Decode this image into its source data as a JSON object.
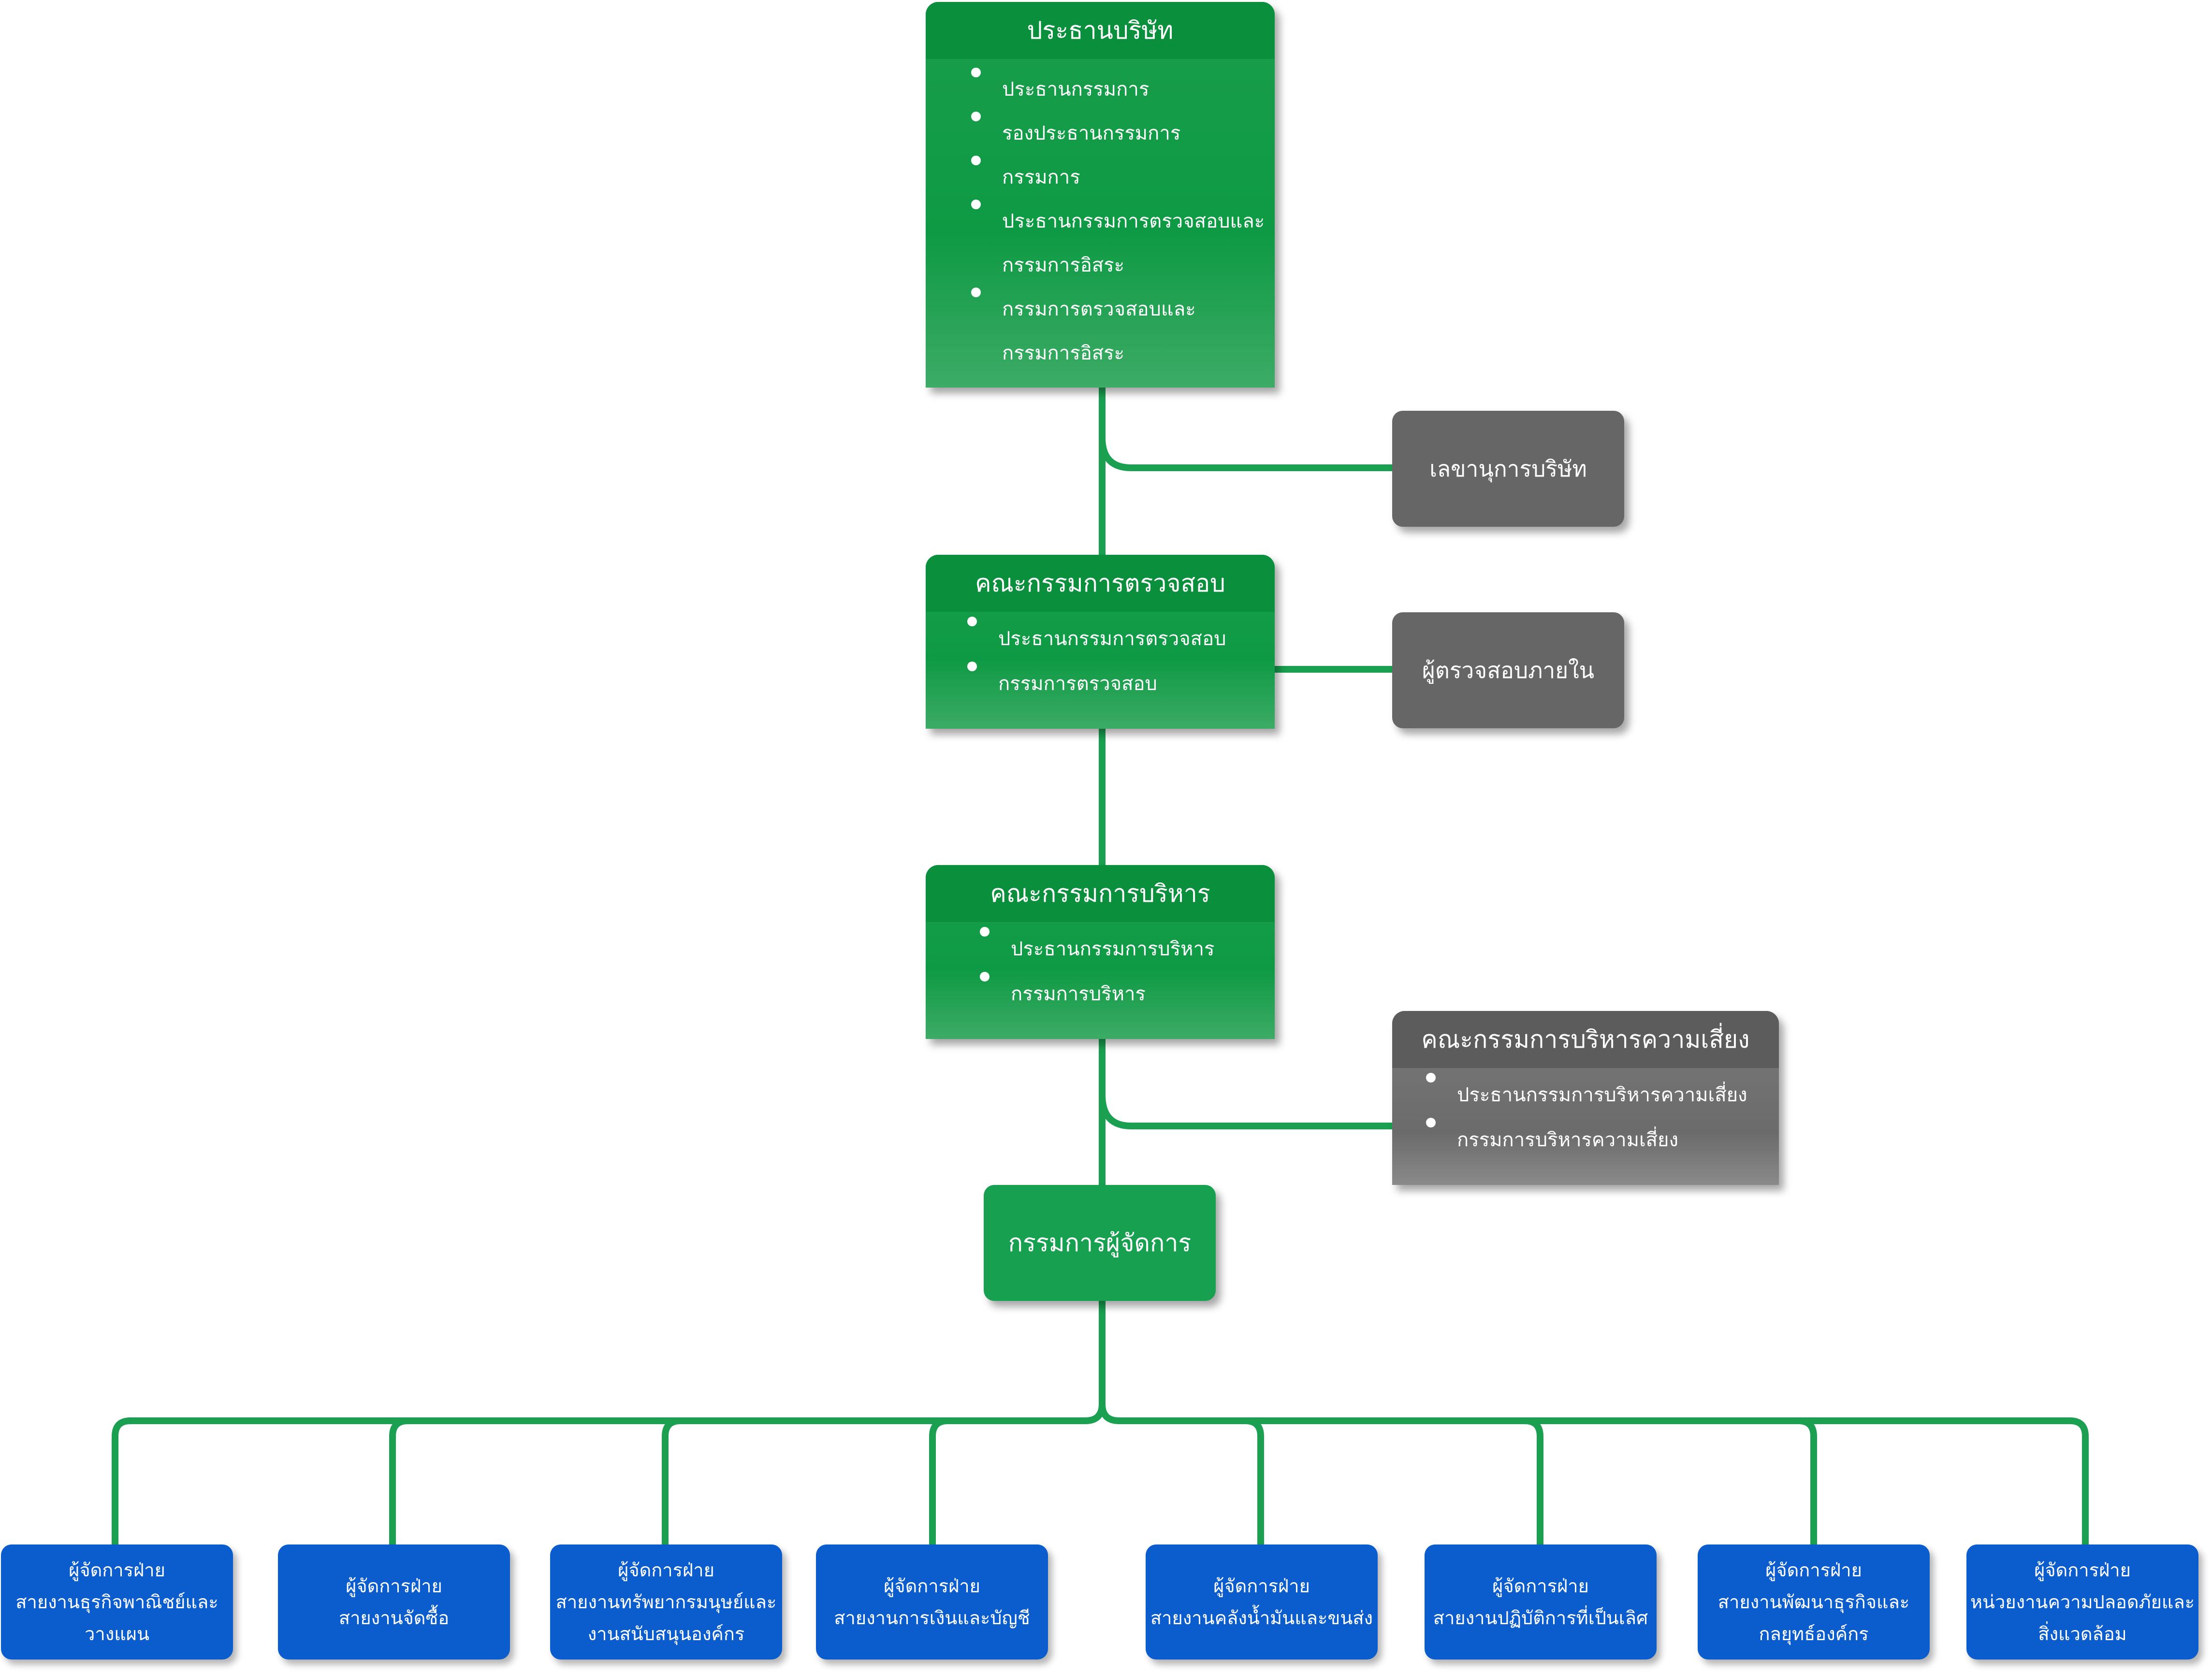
{
  "president": {
    "title": "ประธานบริษัท",
    "items": [
      "ประธานกรรมการ",
      "รองประธานกรรมการ",
      "กรรมการ",
      "ประธานกรรมการตรวจสอบและ",
      "กรรมการอิสระ",
      "กรรมการตรวจสอบและ",
      "กรรมการอิสระ"
    ]
  },
  "secretary": {
    "label": "เลขานุการบริษัท"
  },
  "audit_committee": {
    "title": "คณะกรรมการตรวจสอบ",
    "items": [
      "ประธานกรรมการตรวจสอบ",
      "กรรมการตรวจสอบ"
    ]
  },
  "internal_auditor": {
    "label": "ผู้ตรวจสอบภายใน"
  },
  "executive_committee": {
    "title": "คณะกรรมการบริหาร",
    "items": [
      "ประธานกรรมการบริหาร",
      "กรรมการบริหาร"
    ]
  },
  "risk_committee": {
    "title": "คณะกรรมการบริหารความเสี่ยง",
    "items": [
      "ประธานกรรมการบริหารความเสี่ยง",
      "กรรมการบริหารความเสี่ยง"
    ]
  },
  "managing_director": {
    "label": "กรรมการผู้จัดการ"
  },
  "departments": [
    {
      "lines": [
        "ผู้จัดการฝ่าย",
        "สายงานธุรกิจพาณิชย์และ",
        "วางแผน"
      ]
    },
    {
      "lines": [
        "ผู้จัดการฝ่าย",
        "สายงานจัดซื้อ"
      ]
    },
    {
      "lines": [
        "ผู้จัดการฝ่าย",
        "สายงานทรัพยากรมนุษย์และ",
        "งานสนับสนุนองค์กร"
      ]
    },
    {
      "lines": [
        "ผู้จัดการฝ่าย",
        "สายงานการเงินและบัญชี"
      ]
    },
    {
      "lines": [
        "ผู้จัดการฝ่าย",
        "สายงานคลังน้ำมันและขนส่ง"
      ]
    },
    {
      "lines": [
        "ผู้จัดการฝ่าย",
        "สายงานปฏิบัติการที่เป็นเลิศ"
      ]
    },
    {
      "lines": [
        "ผู้จัดการฝ่าย",
        "สายงานพัฒนาธุรกิจและ",
        "กลยุทธ์องค์กร"
      ]
    },
    {
      "lines": [
        "ผู้จัดการฝ่าย",
        "หน่วยงานความปลอดภัยและ",
        "สิ่งแวดล้อม"
      ]
    }
  ],
  "colors": {
    "green": "#16a050",
    "dark_green": "#0a8f3c",
    "grey": "#666666",
    "blue": "#0b5ccc",
    "connector": "#1aa050"
  }
}
